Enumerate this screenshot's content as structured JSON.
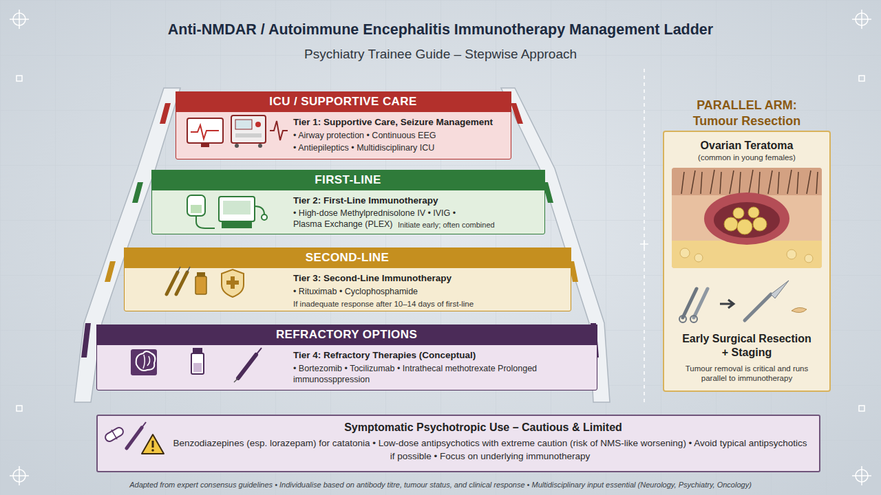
{
  "diagram": {
    "title": "Anti-NMDAR / Autoimmune Encephalitis Immunotherapy Management Ladder",
    "caption": "Adapted from expert consensus guidelines • Individualise based on antibody titre, tumour status, and clinical response • Multidisciplinary input essential (Neurology, Psychiatry, Oncology)",
    "nodes": [
      {
        "text": [
          "ICU / SUPPORTIVE CARE",
          "Tier 1: Supportive Care, Seizure Management",
          "• Airway protection • Continuous EEG",
          "• Antiepileptics • Multidisciplinary ICU"
        ]
      },
      {
        "text": [
          "FIRST-LINE",
          "Tier 2: First-Line Immunotherapy",
          "• High-dose Methylprednisolone IV • IVIG • Plasma Exchange (PLEX)",
          "Initiate early; often combined"
        ]
      },
      {
        "text": [
          "SECOND-LINE",
          "Tier 3: Second-Line Immunotherapy",
          "• Rituximab • Cyclophosphamide",
          "If inadequate response after 10–14 days of first-line"
        ]
      },
      {
        "text": [
          "REFRACTORY OPTIONS",
          "Tier 4: Refractory Therapies (Conceptual)",
          "• Bortezomib • Tocilizumab • Intrathecal methotrexate Prolonged immunossppression"
        ]
      },
      {
        "text": [
          "PARALLEL ARM: Tumour Resection",
          "Ovarian Teratoma",
          "(common in young females)",
          "Early Surgical Resection + Staging",
          "Tumour removal is critical and runs parallel to immunotherapy"
        ]
      },
      {
        "text": [
          "Symptomatic Psychotropic Use – Cautious & Limited",
          "Benzodiazepines (esp. lorazepam) for catatonia • Low-dose antipsychotics with extreme caution (risk of NMS-like worsening) • Avoid typical antipsychotics if possible • Focus on underlying immunotherapy"
        ]
      }
    ],
    "labels": [
      "Psychiatry Trainee Guide – Stepwise Approach"
    ]
  }
}
